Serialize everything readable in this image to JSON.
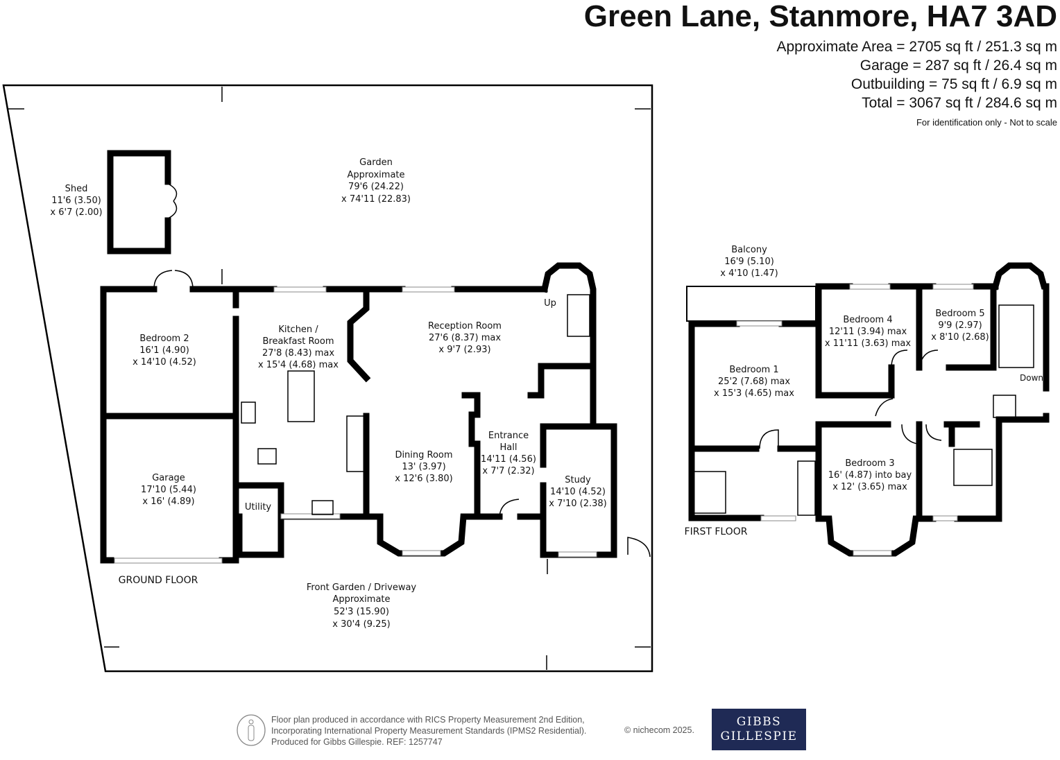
{
  "header": {
    "title": "Green Lane, Stanmore, HA7 3AD",
    "areas": [
      "Approximate Area = 2705 sq ft / 251.3 sq m",
      "Garage = 287 sq ft / 26.4 sq m",
      "Outbuilding = 75 sq ft / 6.9 sq m",
      "Total = 3067 sq ft / 284.6 sq m"
    ],
    "note": "For identification only - Not to scale"
  },
  "ground_floor": {
    "label": "GROUND FLOOR",
    "garden": [
      "Garden",
      "Approximate",
      "79'6 (24.22)",
      "x 74'11 (22.83)"
    ],
    "shed": [
      "Shed",
      "11'6 (3.50)",
      "x 6'7 (2.00)"
    ],
    "bedroom2": [
      "Bedroom 2",
      "16'1 (4.90)",
      "x 14'10 (4.52)"
    ],
    "kitchen": [
      "Kitchen /",
      "Breakfast Room",
      "27'8 (8.43) max",
      "x 15'4 (4.68) max"
    ],
    "reception": [
      "Reception Room",
      "27'6 (8.37) max",
      "x 9'7 (2.93)"
    ],
    "up": "Up",
    "garage": [
      "Garage",
      "17'10 (5.44)",
      "x 16' (4.89)"
    ],
    "utility": "Utility",
    "dining": [
      "Dining Room",
      "13' (3.97)",
      "x 12'6 (3.80)"
    ],
    "hall": [
      "Entrance",
      "Hall",
      "14'11 (4.56)",
      "x 7'7 (2.32)"
    ],
    "study": [
      "Study",
      "14'10 (4.52)",
      "x 7'10 (2.38)"
    ],
    "front": [
      "Front Garden / Driveway",
      "Approximate",
      "52'3 (15.90)",
      "x 30'4 (9.25)"
    ]
  },
  "first_floor": {
    "label": "FIRST FLOOR",
    "balcony": [
      "Balcony",
      "16'9 (5.10)",
      "x 4'10 (1.47)"
    ],
    "bedroom1": [
      "Bedroom 1",
      "25'2 (7.68) max",
      "x 15'3 (4.65) max"
    ],
    "bedroom4": [
      "Bedroom 4",
      "12'11 (3.94) max",
      "x 11'11 (3.63) max"
    ],
    "bedroom5": [
      "Bedroom 5",
      "9'9 (2.97)",
      "x 8'10 (2.68)"
    ],
    "bedroom3": [
      "Bedroom 3",
      "16' (4.87) into bay",
      "x 12' (3.65) max"
    ],
    "down": "Down"
  },
  "footer": {
    "lines": [
      "Floor plan produced in accordance with RICS Property Measurement 2nd Edition,",
      "Incorporating International Property Measurement Standards (IPMS2 Residential).",
      "Produced for Gibbs Gillespie.   REF:  1257747"
    ],
    "copyright": "© nichecom 2025.",
    "logo": [
      "GIBBS",
      "GILLESPIE"
    ],
    "logo_color": "#1f2a55"
  }
}
